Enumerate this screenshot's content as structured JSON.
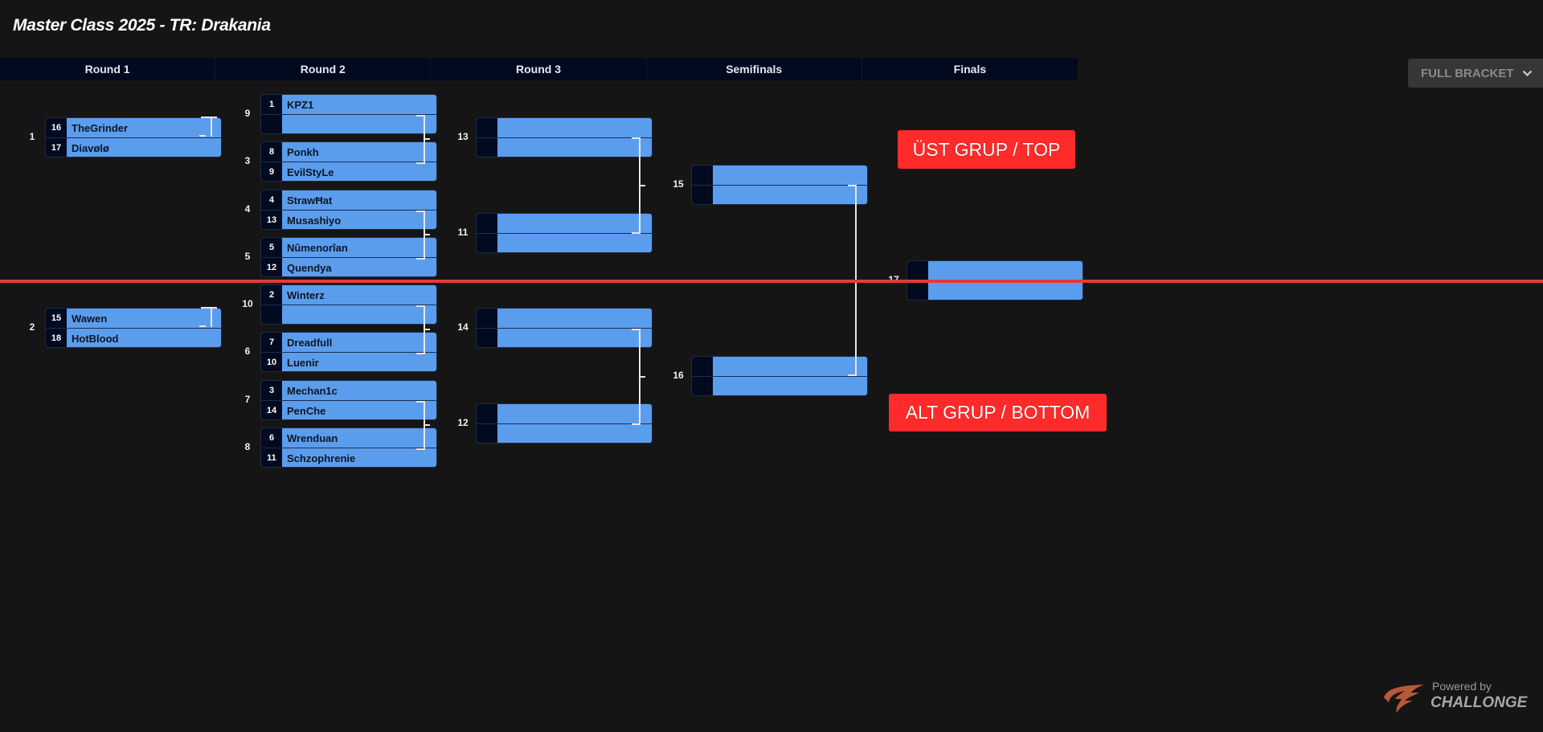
{
  "title": "Master Class 2025 - TR: Drakania",
  "rounds": [
    "Round 1",
    "Round 2",
    "Round 3",
    "Semifinals",
    "Finals"
  ],
  "view_selector": {
    "label": "FULL BRACKET",
    "icon": "chevron-down-icon"
  },
  "overlay_labels": {
    "top": "ÜST GRUP / TOP",
    "bottom": "ALT GRUP / BOTTOM"
  },
  "footer": {
    "powered_by": "Powered by",
    "brand": "CHALLONGE",
    "logo_color": "#b8593a"
  },
  "colors": {
    "slot": "#5b9ded",
    "seed_bg": "#020a20",
    "label_red": "#ff2a2a",
    "divider_line": "#e53a3a"
  },
  "matches": {
    "m1": {
      "number": "1",
      "players": [
        {
          "seed": "16",
          "name": "TheGrinder"
        },
        {
          "seed": "17",
          "name": "Diavølø"
        }
      ]
    },
    "m2": {
      "number": "2",
      "players": [
        {
          "seed": "15",
          "name": "Wawen"
        },
        {
          "seed": "18",
          "name": "HotBlood"
        }
      ]
    },
    "m9": {
      "number": "9",
      "players": [
        {
          "seed": "1",
          "name": "KPZ1"
        },
        {
          "seed": "",
          "name": ""
        }
      ]
    },
    "m3": {
      "number": "3",
      "players": [
        {
          "seed": "8",
          "name": "Ponkh"
        },
        {
          "seed": "9",
          "name": "EvilStyLe"
        }
      ]
    },
    "m4": {
      "number": "4",
      "players": [
        {
          "seed": "4",
          "name": "StrawĦat"
        },
        {
          "seed": "13",
          "name": "Musashiyo"
        }
      ]
    },
    "m5": {
      "number": "5",
      "players": [
        {
          "seed": "5",
          "name": "Nûmenorîan"
        },
        {
          "seed": "12",
          "name": "Quendya"
        }
      ]
    },
    "m10": {
      "number": "10",
      "players": [
        {
          "seed": "2",
          "name": "Winterz"
        },
        {
          "seed": "",
          "name": ""
        }
      ]
    },
    "m6": {
      "number": "6",
      "players": [
        {
          "seed": "7",
          "name": "Dreadfull"
        },
        {
          "seed": "10",
          "name": "Luenir"
        }
      ]
    },
    "m7": {
      "number": "7",
      "players": [
        {
          "seed": "3",
          "name": "Mechan1c"
        },
        {
          "seed": "14",
          "name": "PenChe"
        }
      ]
    },
    "m8": {
      "number": "8",
      "players": [
        {
          "seed": "6",
          "name": "Wrenduan"
        },
        {
          "seed": "11",
          "name": "Schzophrenie"
        }
      ]
    },
    "m13": {
      "number": "13",
      "players": [
        {
          "seed": "",
          "name": ""
        },
        {
          "seed": "",
          "name": ""
        }
      ]
    },
    "m11": {
      "number": "11",
      "players": [
        {
          "seed": "",
          "name": ""
        },
        {
          "seed": "",
          "name": ""
        }
      ]
    },
    "m14": {
      "number": "14",
      "players": [
        {
          "seed": "",
          "name": ""
        },
        {
          "seed": "",
          "name": ""
        }
      ]
    },
    "m12": {
      "number": "12",
      "players": [
        {
          "seed": "",
          "name": ""
        },
        {
          "seed": "",
          "name": ""
        }
      ]
    },
    "m15": {
      "number": "15",
      "players": [
        {
          "seed": "",
          "name": ""
        },
        {
          "seed": "",
          "name": ""
        }
      ]
    },
    "m16": {
      "number": "16",
      "players": [
        {
          "seed": "",
          "name": ""
        },
        {
          "seed": "",
          "name": ""
        }
      ]
    },
    "m17": {
      "number": "17",
      "players": [
        {
          "seed": "",
          "name": ""
        },
        {
          "seed": "",
          "name": ""
        }
      ]
    }
  }
}
